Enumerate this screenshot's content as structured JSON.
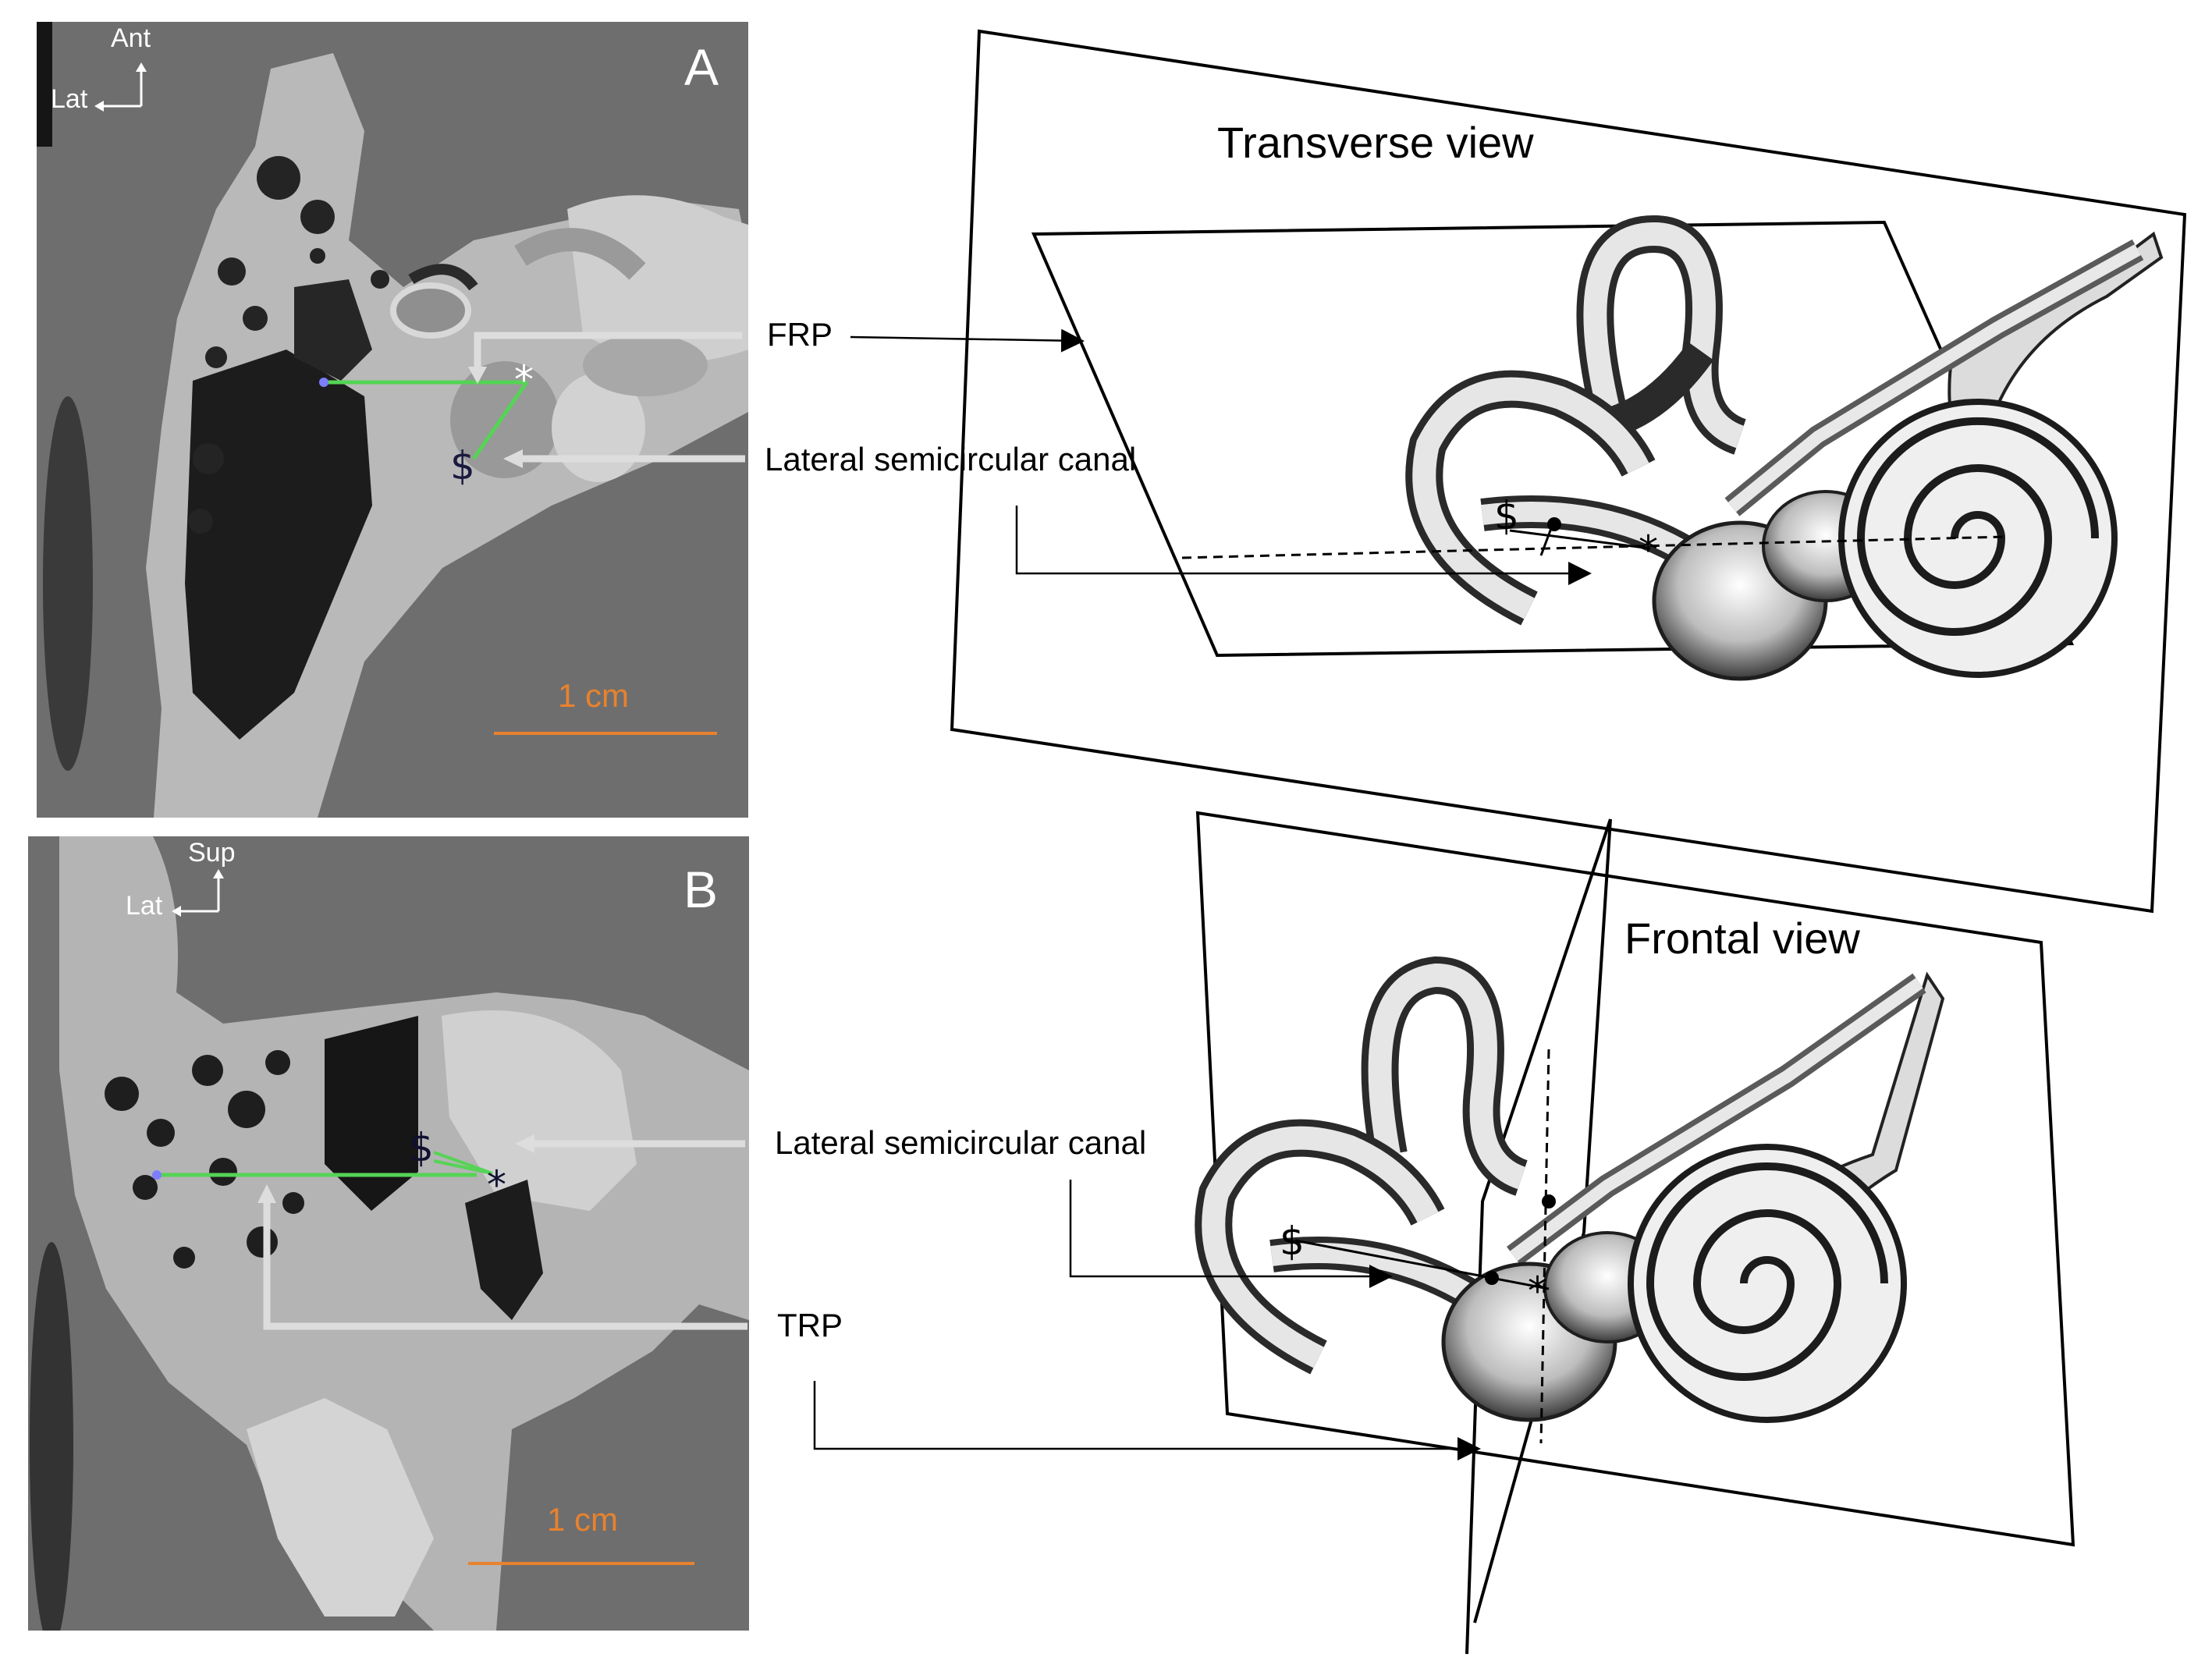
{
  "panel_a": {
    "letter": "A",
    "orientation": {
      "vertical": "Ant",
      "horizontal": "Lat"
    },
    "scale_label": "1 cm",
    "landmarks": {
      "star": "*",
      "dollar": "$"
    }
  },
  "panel_b": {
    "letter": "B",
    "orientation": {
      "vertical": "Sup",
      "horizontal": "Lat"
    },
    "scale_label": "1 cm",
    "landmarks": {
      "star": "*",
      "dollar": "$"
    }
  },
  "callouts": {
    "frp": "FRP",
    "lsc_top": "Lateral semicircular canal",
    "lsc_bottom": "Lateral semicircular canal",
    "trp": "TRP"
  },
  "views": {
    "transverse": "Transverse view",
    "frontal": "Frontal view"
  },
  "colors": {
    "measurement_line": "#55d455",
    "scale_bar": "#e8822e",
    "ct_background": "#6e6e6e"
  }
}
